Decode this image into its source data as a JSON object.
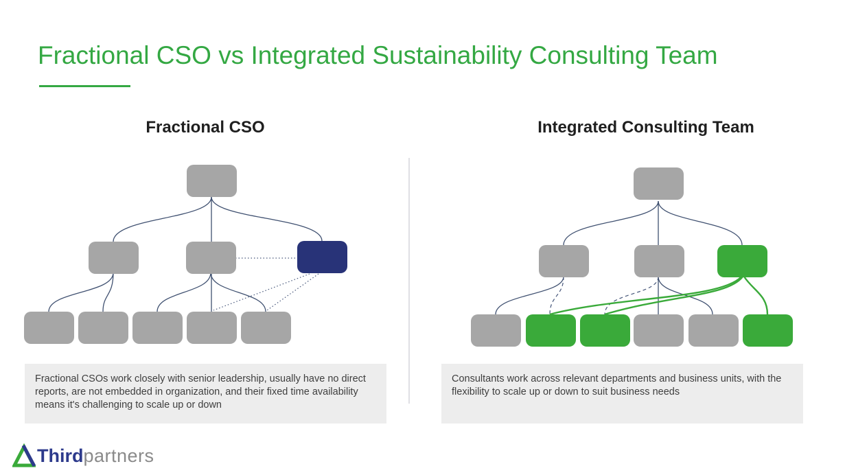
{
  "title": "Fractional CSO vs Integrated Sustainability Consulting Team",
  "colors": {
    "accent_green": "#34a843",
    "box_gray": "#a6a6a6",
    "box_navy": "#283378",
    "box_green": "#3aaa3a",
    "connector_slate": "#3f5070",
    "logo_navy": "#2d3a8c"
  },
  "panels": [
    {
      "heading": "Fractional CSO",
      "description": "Fractional CSOs work closely with senior leadership, usually have no direct reports, are not embedded in organization, and their fixed time availability means it's challenging to scale up or down",
      "chart": {
        "type": "org-chart",
        "highlight": "navy",
        "levels": [
          [
            "gray"
          ],
          [
            "gray",
            "gray",
            "navy"
          ],
          [
            "gray",
            "gray",
            "gray",
            "gray",
            "gray"
          ]
        ],
        "line_styles": [
          "solid",
          "dotted"
        ]
      }
    },
    {
      "heading": "Integrated Consulting Team",
      "description": "Consultants work across relevant departments and business units, with the flexibility to scale up or down to suit business needs",
      "chart": {
        "type": "org-chart",
        "highlight": "green",
        "levels": [
          [
            "gray"
          ],
          [
            "gray",
            "gray",
            "green"
          ],
          [
            "gray",
            "green",
            "green",
            "gray",
            "gray",
            "green"
          ]
        ],
        "line_styles": [
          "solid",
          "dashed",
          "green-solid"
        ]
      }
    }
  ],
  "logo": {
    "mark": "triangle-logo",
    "text_bold": "Third",
    "text_light": "partners"
  }
}
